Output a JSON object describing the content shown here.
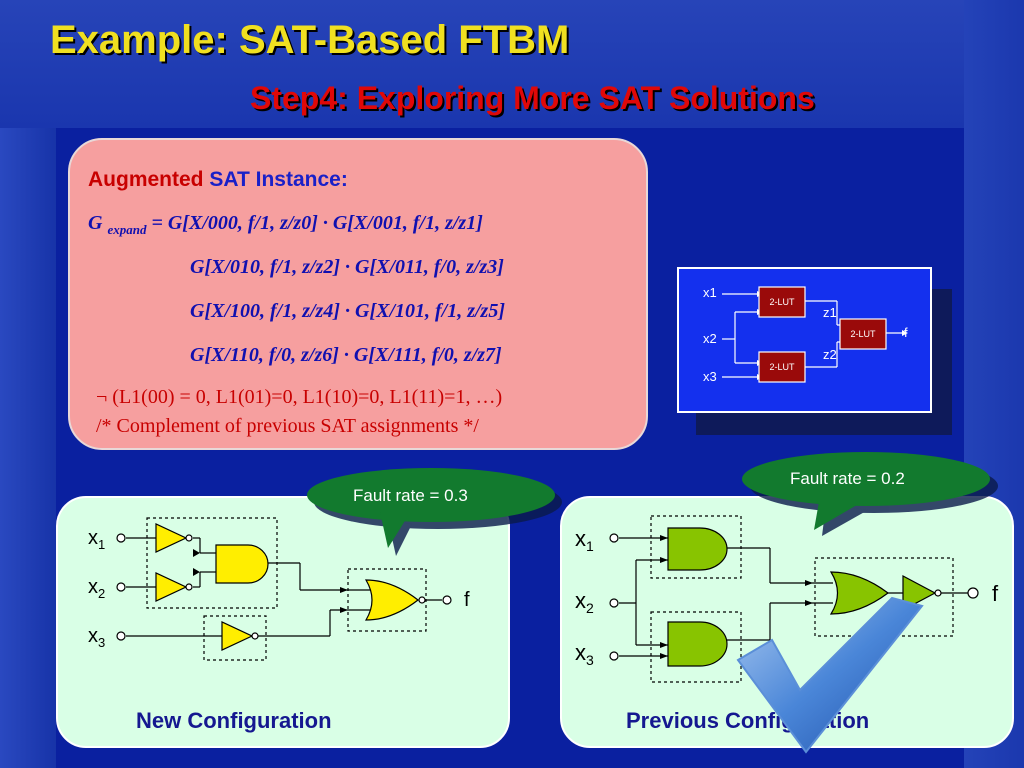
{
  "slide": {
    "title": "Example: SAT-Based FTBM",
    "subtitle": "Step4: Exploring More SAT Solutions"
  },
  "sat_instance": {
    "heading_red": "Augmented",
    "heading_blue": "SAT Instance:",
    "line1_lhs": "G",
    "line1_lhs_sub": "expand",
    "line1_rhs": "= G[X/000, f/1, z/z0] · G[X/001, f/1, z/z1]",
    "line2": "G[X/010, f/1, z/z2] · G[X/011, f/0, z/z3]",
    "line3": "G[X/100, f/1, z/z4] · G[X/101, f/1, z/z5]",
    "line4": "G[X/110, f/0, z/z6] · G[X/111, f/0, z/z7]",
    "negation": "¬ (L1(00) = 0, L1(01)=0, L1(10)=0, L1(11)=1, …)",
    "comment": "/* Complement of previous SAT assignments */"
  },
  "lut_diagram": {
    "inputs": [
      "x1",
      "x2",
      "x3"
    ],
    "blocks": [
      "2-LUT",
      "2-LUT",
      "2-LUT"
    ],
    "wires": [
      "z1",
      "z2"
    ],
    "output": "f"
  },
  "new_config": {
    "fault_rate": "Fault rate = 0.3",
    "inputs": [
      "x",
      "x",
      "x"
    ],
    "input_subscripts": [
      "1",
      "2",
      "3"
    ],
    "output": "f",
    "label": "New Configuration"
  },
  "prev_config": {
    "fault_rate": "Fault rate = 0.2",
    "inputs": [
      "x",
      "x",
      "x"
    ],
    "input_subscripts": [
      "1",
      "2",
      "3"
    ],
    "output": "f",
    "label": "Previous Configuration"
  },
  "colors": {
    "title": "#f0e020",
    "subtitle": "#e00808",
    "callout_green": "#127a2e",
    "gate_yellow": "#ffee00",
    "gate_green": "#88c400",
    "lut_red": "#9a0a0a"
  }
}
